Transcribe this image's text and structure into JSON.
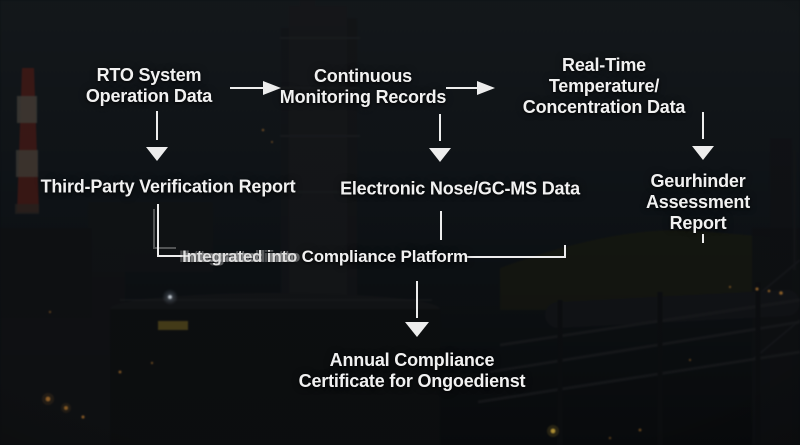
{
  "slide": {
    "nodes": {
      "rto": {
        "label": "RTO System\nOperation Data"
      },
      "continuous": {
        "label": "Continuous\nMonitoring Records"
      },
      "realtime": {
        "label": "Real-Time Temperature/\nConcentration Data"
      },
      "thirdparty": {
        "label": "Third-Party Verification Report"
      },
      "enose": {
        "label": "Electronic Nose/GC-MS Data"
      },
      "geurhinder": {
        "label": "Geurhinder\nAssessment\nReport"
      },
      "platform": {
        "ghost_text": "Integrated into ",
        "rest_text": "Compliance Platform"
      },
      "annual": {
        "label": "Annual Compliance\nCertificate for Ongoedienst"
      }
    },
    "icons": {
      "arrow_right": "▶",
      "arrow_down": "▼"
    },
    "colors": {
      "text": "#f1f1f1",
      "connector": "#ededed",
      "sky_top": "#151a1d",
      "sky_bottom": "#0a0d0f",
      "chimney_red": "#471c18",
      "warm_light": "#c08034"
    }
  }
}
